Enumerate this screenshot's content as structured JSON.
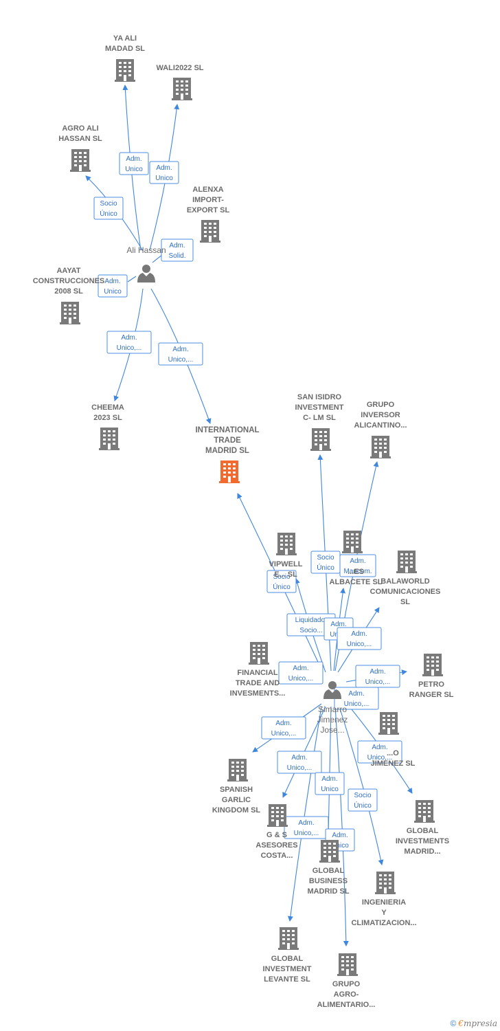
{
  "colors": {
    "edge": "#3f86dd",
    "building": "#7a7a7a",
    "highlight": "#f26a2e",
    "label": "#6b6b6b",
    "person": "#777777"
  },
  "main_company": {
    "id": "itm",
    "lines": [
      "INTERNATIONAL",
      "TRADE",
      "MADRID  SL"
    ]
  },
  "persons": [
    {
      "id": "ali",
      "lines": [
        "Ali Hassan"
      ]
    },
    {
      "id": "sim",
      "lines": [
        "Simarro",
        "Jimenez",
        "Jose..."
      ]
    }
  ],
  "companies": [
    {
      "id": "yaali",
      "lines": [
        "YA ALI",
        "MADAD  SL"
      ]
    },
    {
      "id": "wali",
      "lines": [
        "WALI2022  SL"
      ]
    },
    {
      "id": "agro",
      "lines": [
        "AGRO ALI",
        "HASSAN  SL"
      ]
    },
    {
      "id": "alenxa",
      "lines": [
        "ALENXA",
        "IMPORT-",
        "EXPORT SL"
      ]
    },
    {
      "id": "aayat",
      "lines": [
        "AAYAT",
        "CONSTRUCCIONES",
        "2008  SL"
      ]
    },
    {
      "id": "cheema",
      "lines": [
        "CHEEMA",
        "2023  SL"
      ]
    },
    {
      "id": "sanisidro",
      "lines": [
        "SAN ISIDRO",
        "INVESTMENT",
        "C- LM  SL"
      ]
    },
    {
      "id": "grupoinv",
      "lines": [
        "GRUPO",
        "INVERSOR",
        "ALICANTINO..."
      ]
    },
    {
      "id": "vipwell",
      "lines": [
        "VIPWELL",
        "E...  SL"
      ]
    },
    {
      "id": "albacete",
      "lines": [
        "...ES",
        "ALBACETE  SL"
      ]
    },
    {
      "id": "balaworld",
      "lines": [
        "BALAWORLD",
        "COMUNICACIONES",
        "SL"
      ]
    },
    {
      "id": "financial",
      "lines": [
        "FINANCIAL",
        "TRADE AND",
        "INVESMENTS..."
      ]
    },
    {
      "id": "petro",
      "lines": [
        "PETRO",
        "RANGER  SL"
      ]
    },
    {
      "id": "jimenez",
      "lines": [
        "...O",
        "JIMENEZ  SL"
      ]
    },
    {
      "id": "spanish",
      "lines": [
        "SPANISH",
        "GARLIC",
        "KINGDOM  SL"
      ]
    },
    {
      "id": "gys",
      "lines": [
        "G & S",
        "ASESORES",
        "COSTA..."
      ]
    },
    {
      "id": "globalinv",
      "lines": [
        "GLOBAL",
        "INVESTMENTS",
        "MADRID..."
      ]
    },
    {
      "id": "globalbiz",
      "lines": [
        "GLOBAL",
        "BUSINESS",
        "MADRID  SL"
      ]
    },
    {
      "id": "ingenieria",
      "lines": [
        "INGENIERIA",
        "Y",
        "CLIMATIZACION..."
      ]
    },
    {
      "id": "globallev",
      "lines": [
        "GLOBAL",
        "INVESTMENT",
        "LEVANTE  SL"
      ]
    },
    {
      "id": "grupoagro",
      "lines": [
        "GRUPO",
        "AGRO-",
        "ALIMENTARIO..."
      ]
    }
  ],
  "edges": [
    {
      "from": "ali",
      "to": "yaali",
      "label": [
        "Adm.",
        "Unico"
      ]
    },
    {
      "from": "ali",
      "to": "wali",
      "label": [
        "Adm.",
        "Unico"
      ]
    },
    {
      "from": "ali",
      "to": "agro",
      "label": [
        "Socio",
        "Único"
      ]
    },
    {
      "from": "ali",
      "to": "alenxa",
      "label": [
        "Adm.",
        "Solid."
      ]
    },
    {
      "from": "ali",
      "to": "aayat",
      "label": [
        "Adm.",
        "Unico"
      ]
    },
    {
      "from": "ali",
      "to": "cheema",
      "label": [
        "Adm.",
        "Unico,..."
      ]
    },
    {
      "from": "ali",
      "to": "itm",
      "label": [
        "Adm.",
        "Unico,..."
      ]
    },
    {
      "from": "sim",
      "to": "itm",
      "label": [
        "Socio",
        "Único"
      ]
    },
    {
      "from": "sim",
      "to": "sanisidro",
      "label": [
        "Socio",
        "Único"
      ]
    },
    {
      "from": "sim",
      "to": "grupoinv",
      "label": [
        "Adm.",
        "Mancom."
      ]
    },
    {
      "from": "sim",
      "to": "vipwell",
      "label": [
        "Liquidador",
        "Socio..."
      ]
    },
    {
      "from": "sim",
      "to": "albacete",
      "label": [
        "Adm.",
        "Unico"
      ]
    },
    {
      "from": "sim",
      "to": "balaworld",
      "label": [
        "Adm.",
        "Unico,..."
      ]
    },
    {
      "from": "sim",
      "to": "financial",
      "label": [
        "Adm.",
        "Unico,..."
      ]
    },
    {
      "from": "sim",
      "to": "petro",
      "label": [
        "Adm.",
        "Unico,..."
      ]
    },
    {
      "from": "sim",
      "to": "jimenez",
      "label": [
        "Adm.",
        "Unico,..."
      ]
    },
    {
      "from": "sim",
      "to": "spanish",
      "label": [
        "Adm.",
        "Unico,..."
      ]
    },
    {
      "from": "sim",
      "to": "gys",
      "label": [
        "Adm.",
        "Unico,..."
      ]
    },
    {
      "from": "sim",
      "to": "globalinv",
      "label": [
        "Adm.",
        "Unico,..."
      ]
    },
    {
      "from": "sim",
      "to": "globalbiz",
      "label": [
        "Adm.",
        "Unico"
      ]
    },
    {
      "from": "sim",
      "to": "ingenieria",
      "label": [
        "Socio",
        "Único"
      ]
    },
    {
      "from": "sim",
      "to": "globallev",
      "label": [
        "Adm.",
        "Unico,..."
      ]
    },
    {
      "from": "sim",
      "to": "grupoagro",
      "label": [
        "Adm.",
        "Unico"
      ]
    }
  ],
  "footer": {
    "copyright": "©",
    "brand_e": "€",
    "brand_rest": "mpresia"
  }
}
